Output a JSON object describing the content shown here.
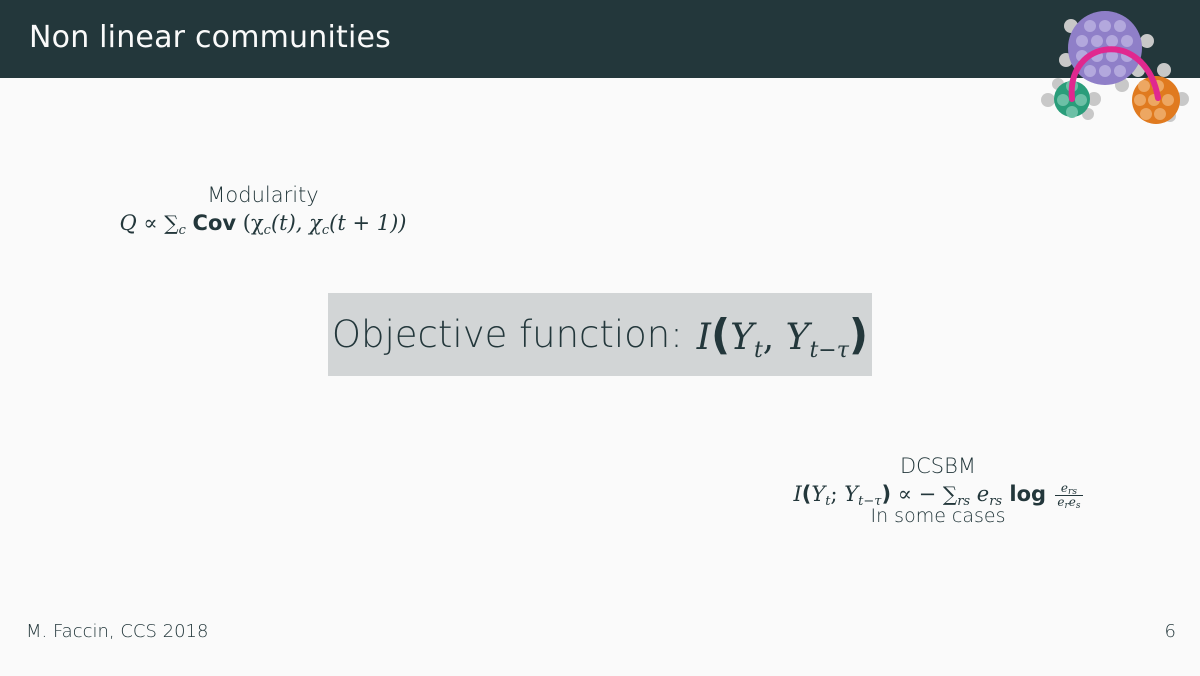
{
  "header": {
    "title": "Non linear communities",
    "background": "#23373b"
  },
  "logo": {
    "icon": "community-network-icon",
    "colors": {
      "purple": "#8f7fc8",
      "green": "#2a9d7a",
      "orange": "#e07a1f",
      "arc": "#e0288f",
      "node": "#c8c8c8"
    }
  },
  "modularity": {
    "title": "Modularity",
    "formula": {
      "Q": "Q",
      "propto": " ∝ ",
      "sum": "∑",
      "sum_sub": "c",
      "cov": "Cov",
      "body": " (χ",
      "chi_sub": "c",
      "t1": "(t), χ",
      "chi_sub2": "c",
      "t2": "(t + 1))"
    }
  },
  "objective": {
    "label": "Objective function:",
    "I": "I",
    "open": "(",
    "Y1": "Y",
    "sub1": "t",
    "comma": ", ",
    "Y2": "Y",
    "sub2": "t−τ",
    "close": ")"
  },
  "dcsbm": {
    "title": "DCSBM",
    "formula": {
      "I": "I",
      "open": "(",
      "Y1": "Y",
      "sub1": "t",
      "semi": "; ",
      "Y2": "Y",
      "sub2": "t−τ",
      "close": ")",
      "propto": " ∝ − ",
      "sum": "∑",
      "sum_sub": "rs",
      "e": " e",
      "e_sub": "rs",
      "log": " log ",
      "frac_num": "e_rs",
      "frac_den": "e_r e_s"
    },
    "note": "In some cases"
  },
  "footer": {
    "author": "M. Faccin, CCS 2018",
    "page": "6"
  }
}
